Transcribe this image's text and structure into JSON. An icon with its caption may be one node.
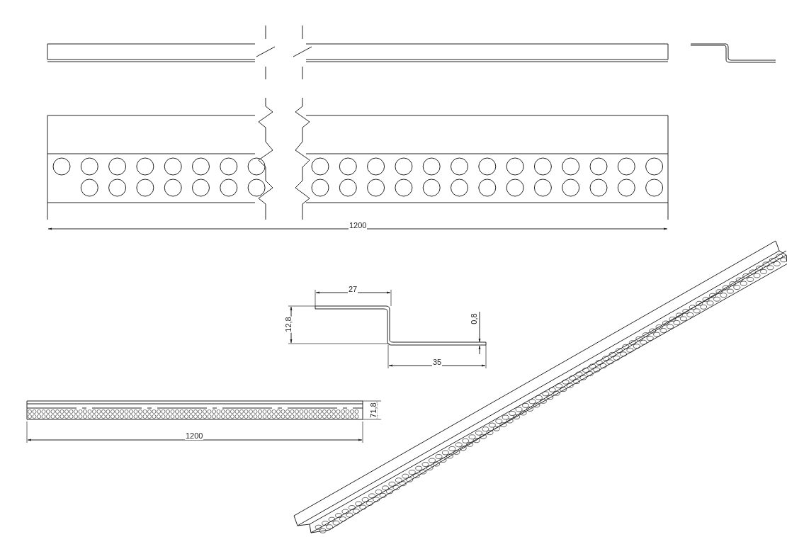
{
  "diagram": {
    "labels": [
      "1200",
      "27",
      "12,8",
      "0,8",
      "35",
      "71,8",
      "1200"
    ]
  }
}
